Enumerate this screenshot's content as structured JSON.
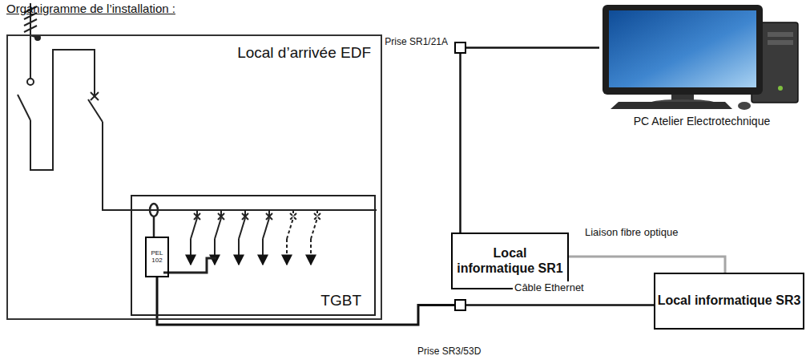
{
  "diagram": {
    "title": "Organigramme de l’installation :",
    "nodes": [
      {
        "text": [
          "Local d’arrivée EDF"
        ]
      },
      {
        "text": [
          "TGBT"
        ],
        "in": 0
      },
      {
        "text": [
          "PEL 102"
        ],
        "in": 1
      },
      {
        "text": [
          "Prise SR1/21A"
        ]
      },
      {
        "text": [
          "PC Atelier Electrotechnique"
        ]
      },
      {
        "text": [
          "Local informatique SR1"
        ]
      },
      {
        "text": [
          "Local informatique SR3"
        ]
      },
      {
        "text": [
          "Prise SR3/53D"
        ]
      }
    ],
    "edges": [
      {
        "from": 3,
        "to": 4,
        "arrow": "none"
      },
      {
        "from": 3,
        "to": 5,
        "arrow": "none"
      },
      {
        "from": 5,
        "to": 6,
        "label": "Liaison fibre optique",
        "arrow": "none"
      },
      {
        "from": 6,
        "to": 7,
        "label": "Câble Ethernet",
        "arrow": "none"
      },
      {
        "from": 7,
        "to": 2,
        "arrow": "none"
      }
    ]
  }
}
